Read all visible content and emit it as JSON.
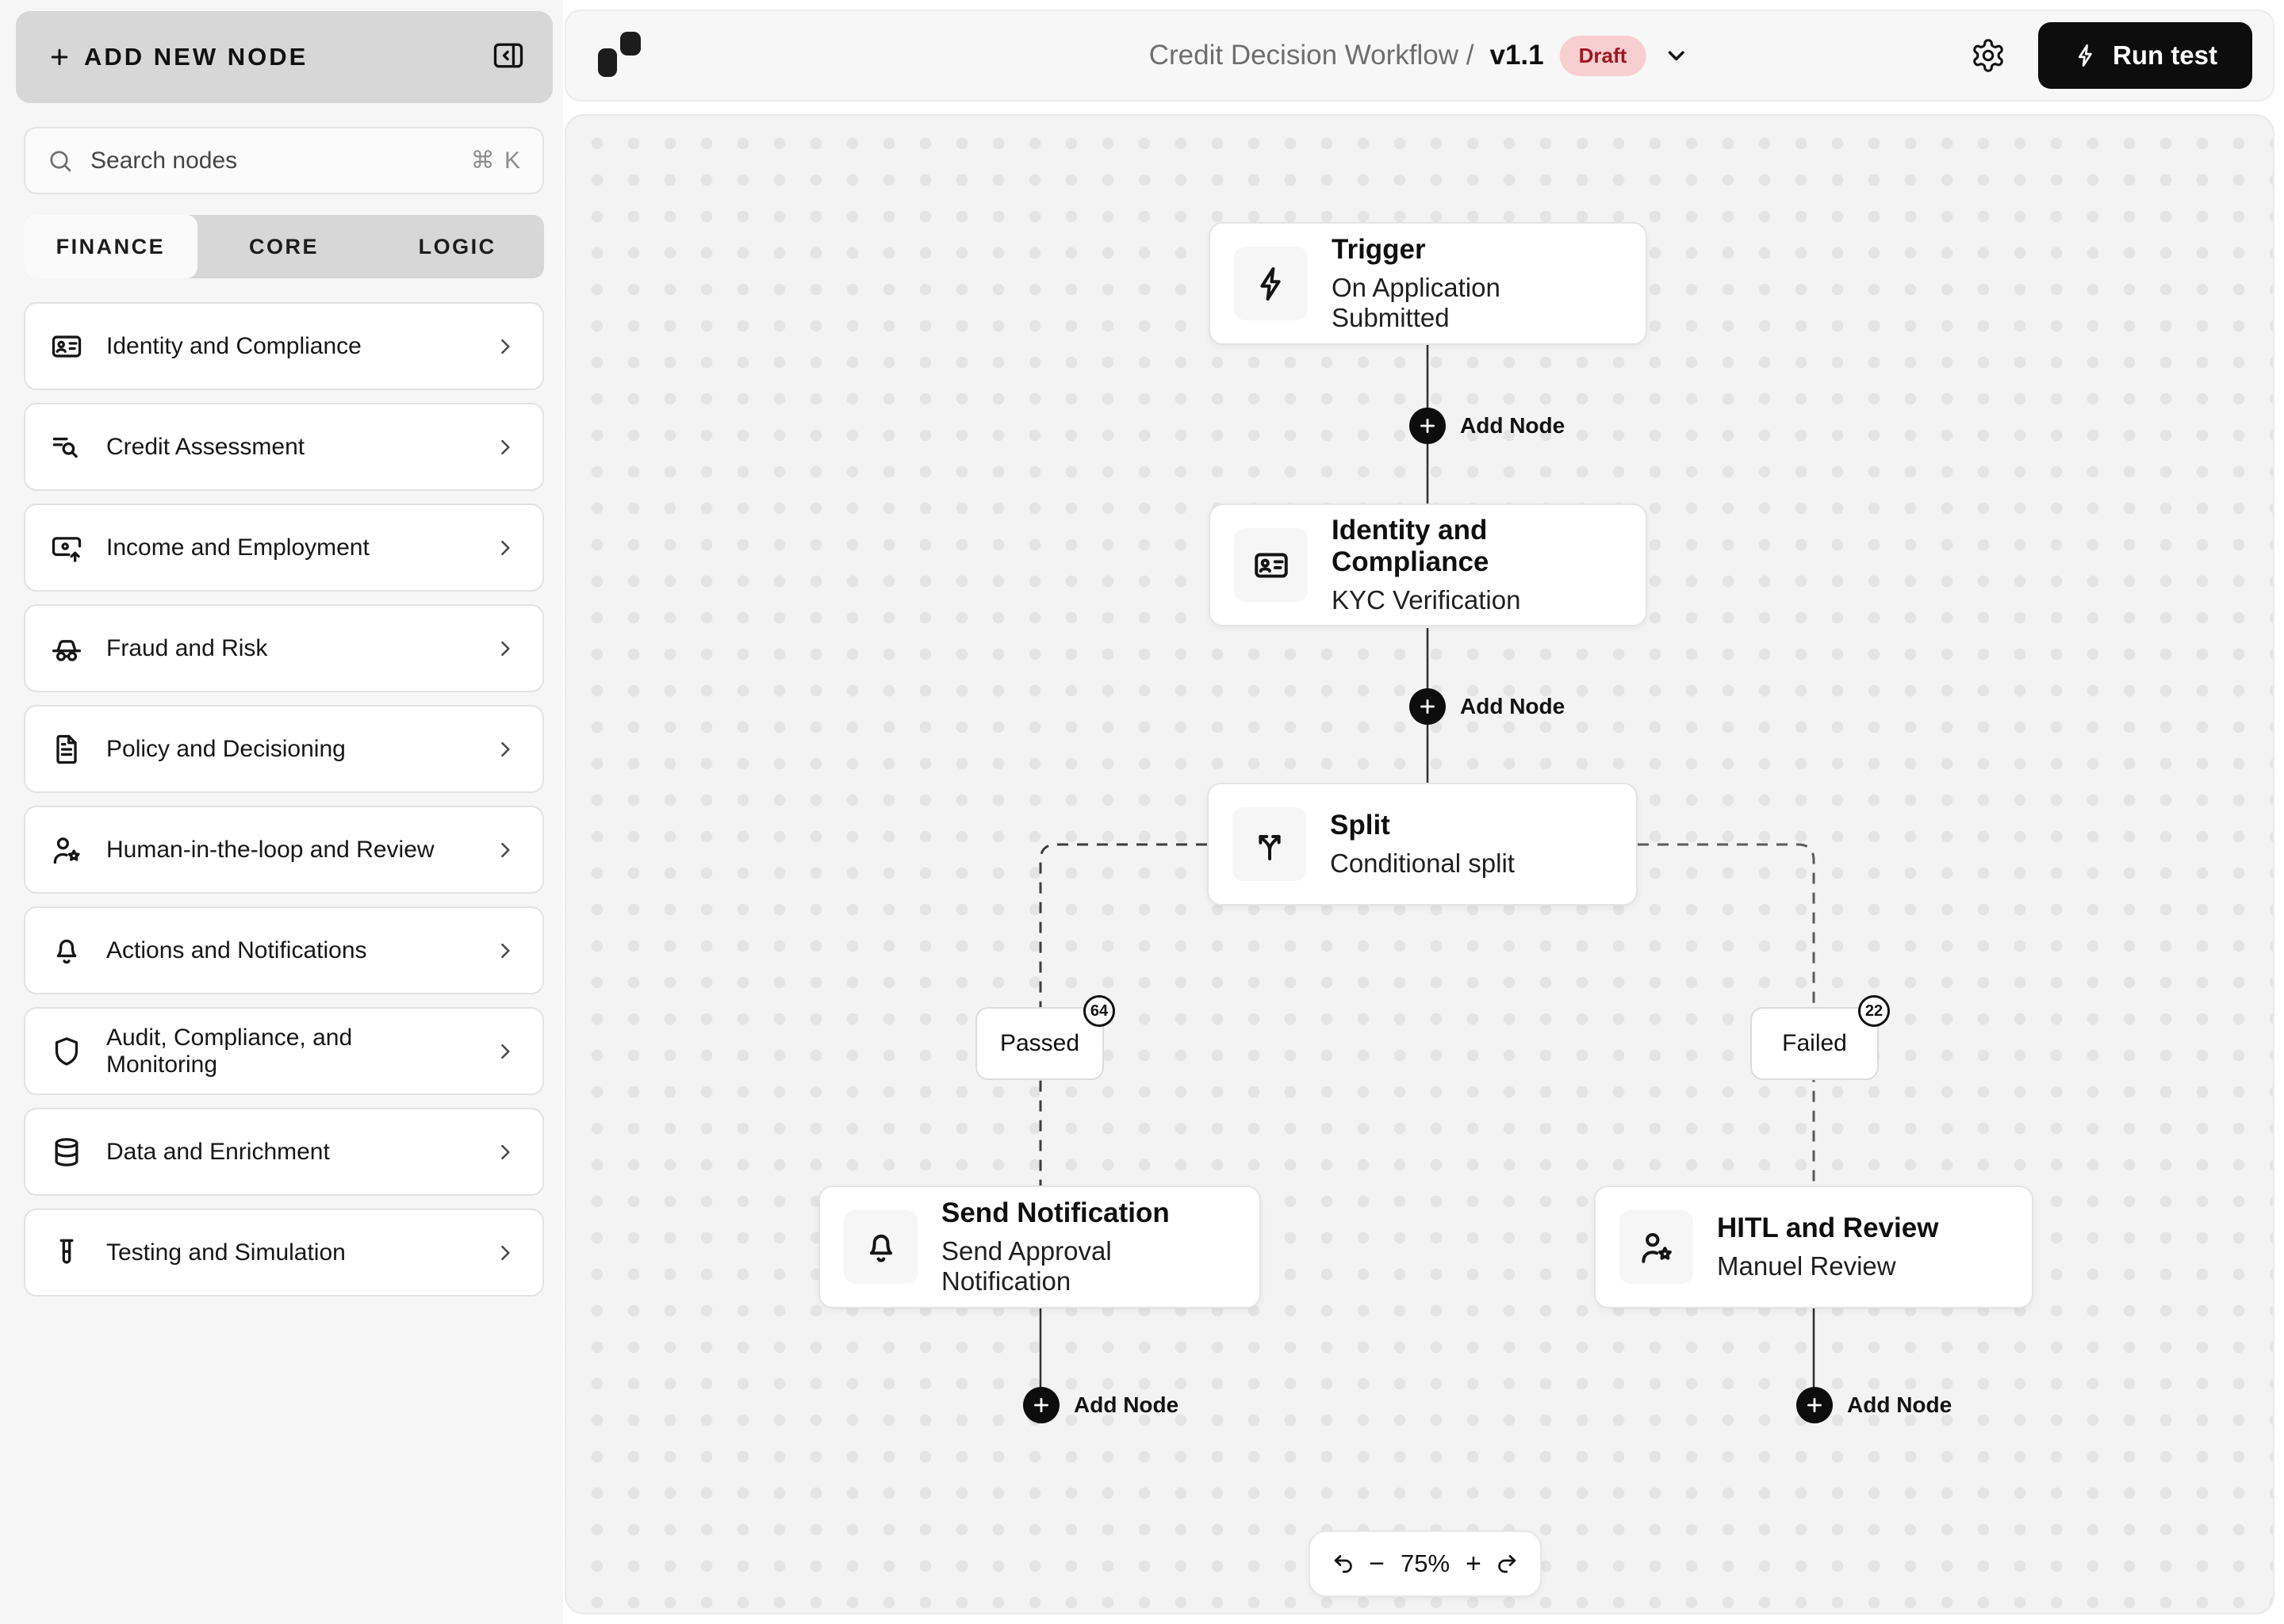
{
  "sidebar": {
    "header": {
      "label": "ADD NEW NODE"
    },
    "collapse_icon": "panel-collapse-icon",
    "search": {
      "placeholder": "Search nodes",
      "shortcut": "⌘ K"
    },
    "tabs": [
      {
        "label": "FINANCE",
        "active": true
      },
      {
        "label": "CORE",
        "active": false
      },
      {
        "label": "LOGIC",
        "active": false
      }
    ],
    "items": [
      {
        "label": "Identity and Compliance",
        "icon": "id-card-icon"
      },
      {
        "label": "Credit Assessment",
        "icon": "list-search-icon"
      },
      {
        "label": "Income and Employment",
        "icon": "card-arrow-up-icon"
      },
      {
        "label": "Fraud and Risk",
        "icon": "incognito-icon"
      },
      {
        "label": "Policy and Decisioning",
        "icon": "file-text-icon"
      },
      {
        "label": "Human-in-the-loop and Review",
        "icon": "user-star-icon"
      },
      {
        "label": "Actions and Notifications",
        "icon": "bell-icon"
      },
      {
        "label": "Audit, Compliance, and Monitoring",
        "icon": "shield-icon"
      },
      {
        "label": "Data and Enrichment",
        "icon": "database-icon"
      },
      {
        "label": "Testing and Simulation",
        "icon": "test-tube-icon"
      }
    ]
  },
  "header": {
    "title_prefix": "Credit Decision Workflow /",
    "version": "v1.1",
    "status_badge": "Draft",
    "run_button": "Run test"
  },
  "canvas": {
    "add_node_label": "Add Node",
    "nodes": [
      {
        "id": "trigger",
        "title": "Trigger",
        "subtitle": "On Application Submitted",
        "icon": "zap-icon"
      },
      {
        "id": "identity",
        "title": "Identity and Compliance",
        "subtitle": "KYC Verification",
        "icon": "id-card-icon"
      },
      {
        "id": "split",
        "title": "Split",
        "subtitle": "Conditional split",
        "icon": "split-icon"
      },
      {
        "id": "send-notification",
        "title": "Send Notification",
        "subtitle": "Send Approval Notification",
        "icon": "bell-icon"
      },
      {
        "id": "hitl",
        "title": "HITL and Review",
        "subtitle": "Manuel Review",
        "icon": "user-star-icon"
      }
    ],
    "branches": [
      {
        "label": "Passed",
        "count": "64"
      },
      {
        "label": "Failed",
        "count": "22"
      }
    ],
    "zoom_controls": {
      "zoom_out": "−",
      "zoom_level": "75%",
      "zoom_in": "+"
    }
  },
  "colors": {
    "accent_dark": "#0d0d0d",
    "badge_bg": "#f8cfd0",
    "badge_text": "#a01622",
    "canvas_bg": "#f3f3f3",
    "canvas_dot": "#e4e4e4"
  }
}
